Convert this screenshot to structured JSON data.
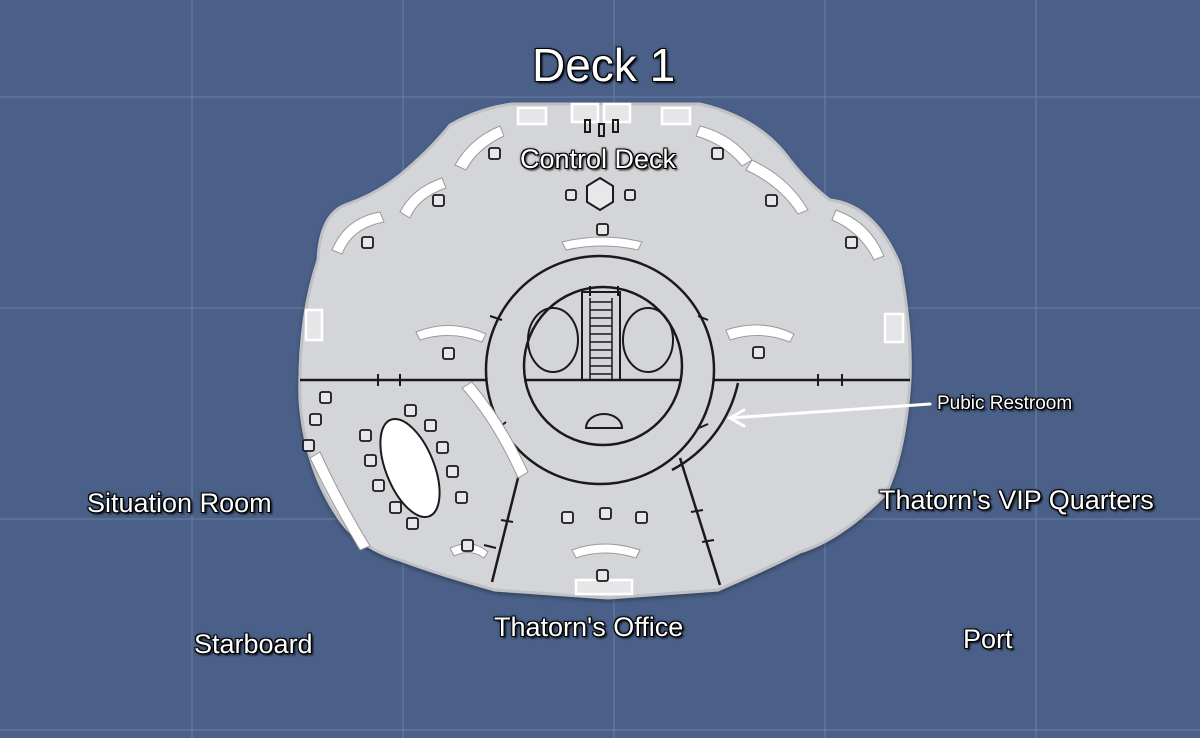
{
  "title": "Deck 1",
  "labels": {
    "control_deck": "Control Deck",
    "public_restroom": "Pubic Restroom",
    "situation_room": "Situation Room",
    "vip_quarters": "Thatorn's VIP Quarters",
    "office": "Thatorn's Office",
    "starboard": "Starboard",
    "port": "Port"
  },
  "colors": {
    "background": "#4a6088",
    "grid": "#6c7fa3",
    "deck_fill": "#d4d5d8",
    "outline": "#1a1a1a",
    "furniture": "#ffffff",
    "label_text": "#ffffff"
  }
}
